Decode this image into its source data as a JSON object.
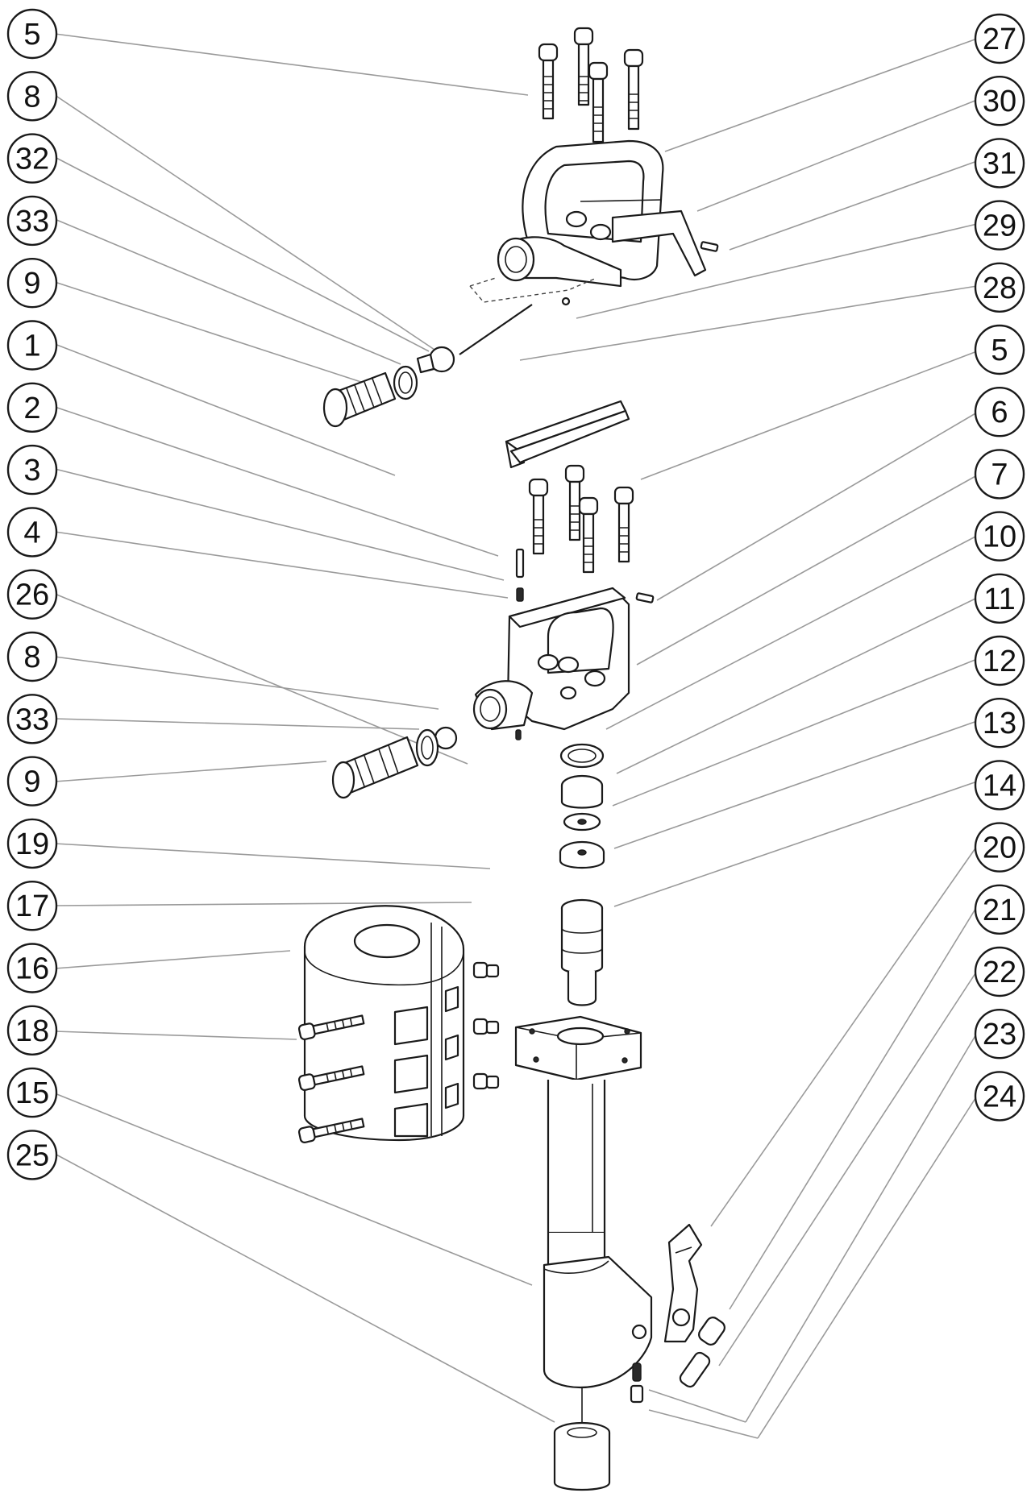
{
  "diagram": {
    "left_callouts": [
      "5",
      "8",
      "32",
      "33",
      "9",
      "1",
      "2",
      "3",
      "4",
      "26",
      "8",
      "33",
      "9",
      "19",
      "17",
      "16",
      "18",
      "15",
      "25"
    ],
    "right_callouts": [
      "27",
      "30",
      "31",
      "29",
      "28",
      "5",
      "6",
      "7",
      "10",
      "11",
      "12",
      "13",
      "14",
      "20",
      "21",
      "22",
      "23",
      "24"
    ],
    "colors": {
      "line": "#1a1a1a",
      "leader": "#9a9a9a",
      "background": "#ffffff"
    }
  }
}
